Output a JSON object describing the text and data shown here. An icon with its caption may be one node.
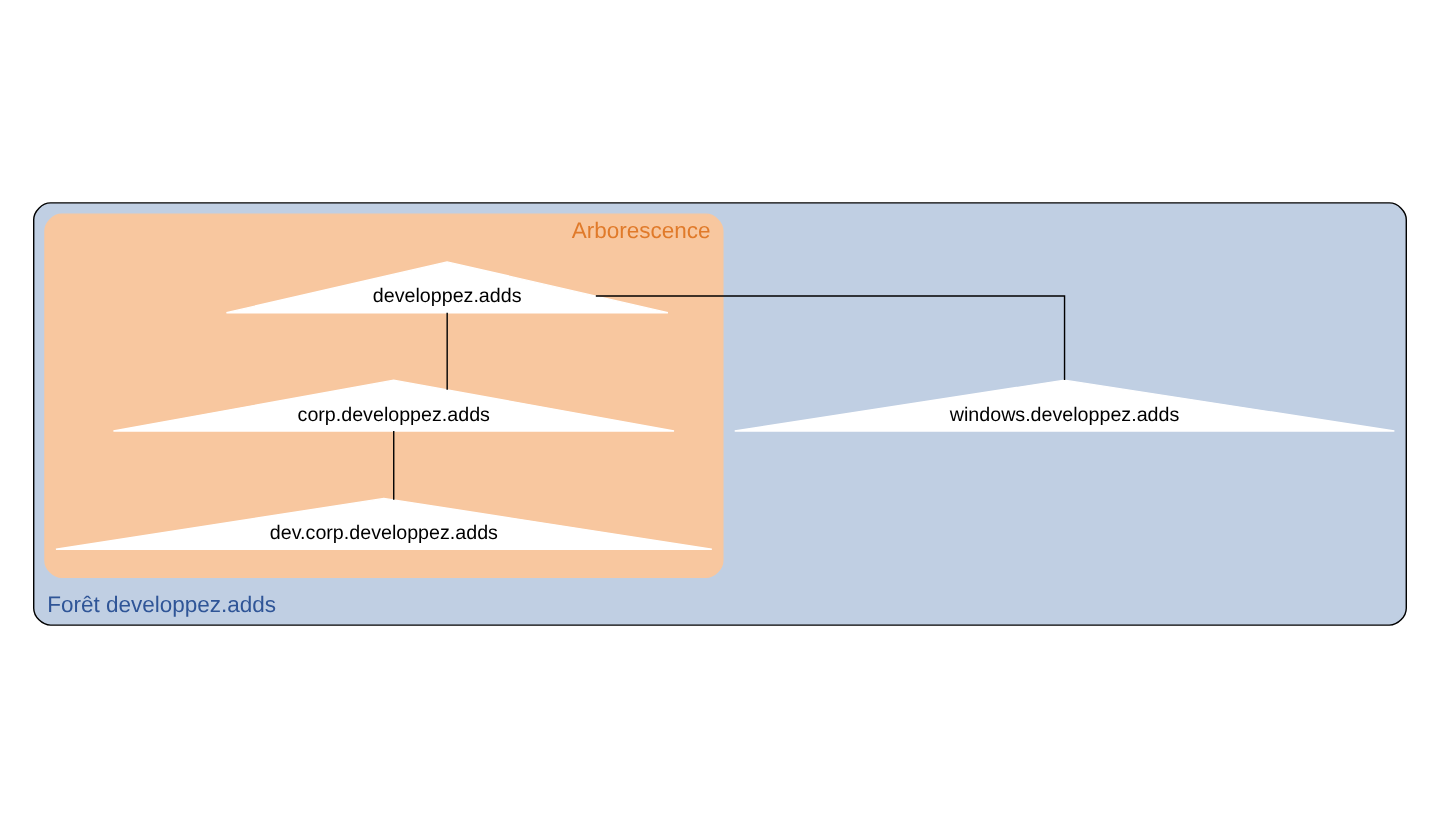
{
  "diagram": {
    "nodes": [
      {
        "text": [
          "Forêt developpez.adds"
        ]
      },
      {
        "text": [
          "Arborescence"
        ],
        "in": 0
      },
      {
        "text": [
          "developpez.adds"
        ],
        "in": 1
      },
      {
        "text": [
          "windows.developpez.adds"
        ],
        "in": 0
      },
      {
        "text": [
          "corp.developpez.adds"
        ],
        "in": 1
      },
      {
        "text": [
          "dev.corp.developpez.adds"
        ],
        "in": 1
      }
    ],
    "edges": [
      {
        "from": 2,
        "to": 3,
        "arrow": "none"
      },
      {
        "from": 2,
        "to": 4,
        "arrow": "none"
      },
      {
        "from": 4,
        "to": 5,
        "arrow": "none"
      }
    ]
  }
}
